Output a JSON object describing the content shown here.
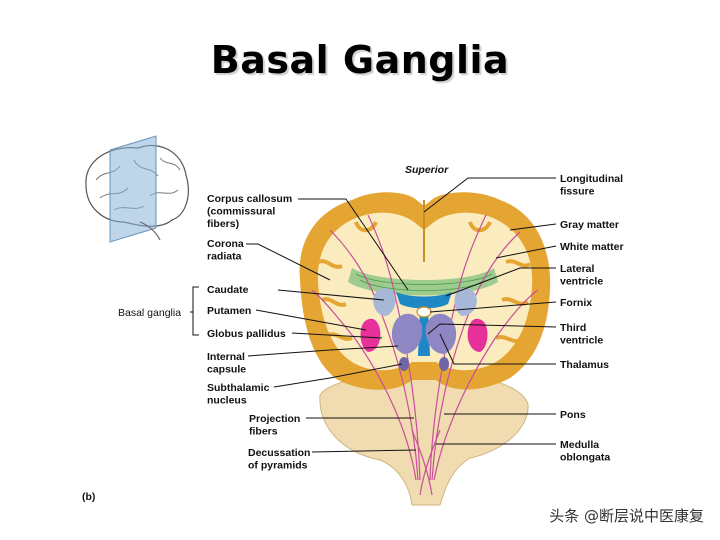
{
  "title": "Basal Ganglia",
  "orientation": "Superior",
  "panel": "(b)",
  "group_label": "Basal ganglia",
  "left_labels": [
    {
      "lines": [
        "Corpus callosum",
        "(commissural",
        "fibers)"
      ]
    },
    {
      "lines": [
        "Corona",
        "radiata"
      ]
    },
    {
      "lines": [
        "Caudate"
      ]
    },
    {
      "lines": [
        "Putamen"
      ]
    },
    {
      "lines": [
        "Globus pallidus"
      ]
    },
    {
      "lines": [
        "Internal",
        "capsule"
      ]
    },
    {
      "lines": [
        "Subthalamic",
        "nucleus"
      ]
    },
    {
      "lines": [
        "Projection",
        "fibers"
      ]
    },
    {
      "lines": [
        "Decussation",
        "of pyramids"
      ]
    }
  ],
  "right_labels": [
    {
      "lines": [
        "Longitudinal",
        "fissure"
      ]
    },
    {
      "lines": [
        "Gray matter"
      ]
    },
    {
      "lines": [
        "White matter"
      ]
    },
    {
      "lines": [
        "Lateral",
        "ventricle"
      ]
    },
    {
      "lines": [
        "Fornix"
      ]
    },
    {
      "lines": [
        "Third",
        "ventricle"
      ]
    },
    {
      "lines": [
        "Thalamus"
      ]
    },
    {
      "lines": [
        "Pons"
      ]
    },
    {
      "lines": [
        "Medulla",
        "oblongata"
      ]
    }
  ],
  "watermark": "头条 @断层说中医康复",
  "colors": {
    "gray_matter": "#e5a532",
    "white_matter": "#fbecc0",
    "fibers": "#c94f9a",
    "ventricle": "#1e88c7",
    "thalamus": "#8f86c4",
    "globus_pallidus": "#e6309a",
    "corpus_callosum": "#7ec27e",
    "brainstem": "#f0dcb0"
  }
}
